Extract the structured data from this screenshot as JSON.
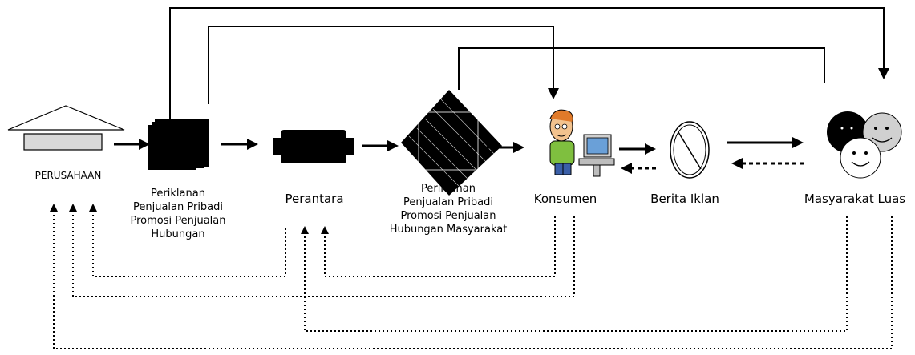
{
  "nodes": {
    "perusahaan": {
      "label": "PERUSAHAAN"
    },
    "promo1": {
      "lines": [
        "Periklanan",
        "Penjualan Pribadi",
        "Promosi Penjualan",
        "Hubungan"
      ]
    },
    "perantara": {
      "label": "Perantara"
    },
    "promo2": {
      "lines": [
        "Periklanan",
        "Penjualan Pribadi",
        "Promosi Penjualan",
        "Hubungan Masyarakat"
      ]
    },
    "konsumen": {
      "label": "Konsumen"
    },
    "berita": {
      "label": "Berita Iklan"
    },
    "masyarakat": {
      "label": "Masyarakat Luas"
    }
  }
}
